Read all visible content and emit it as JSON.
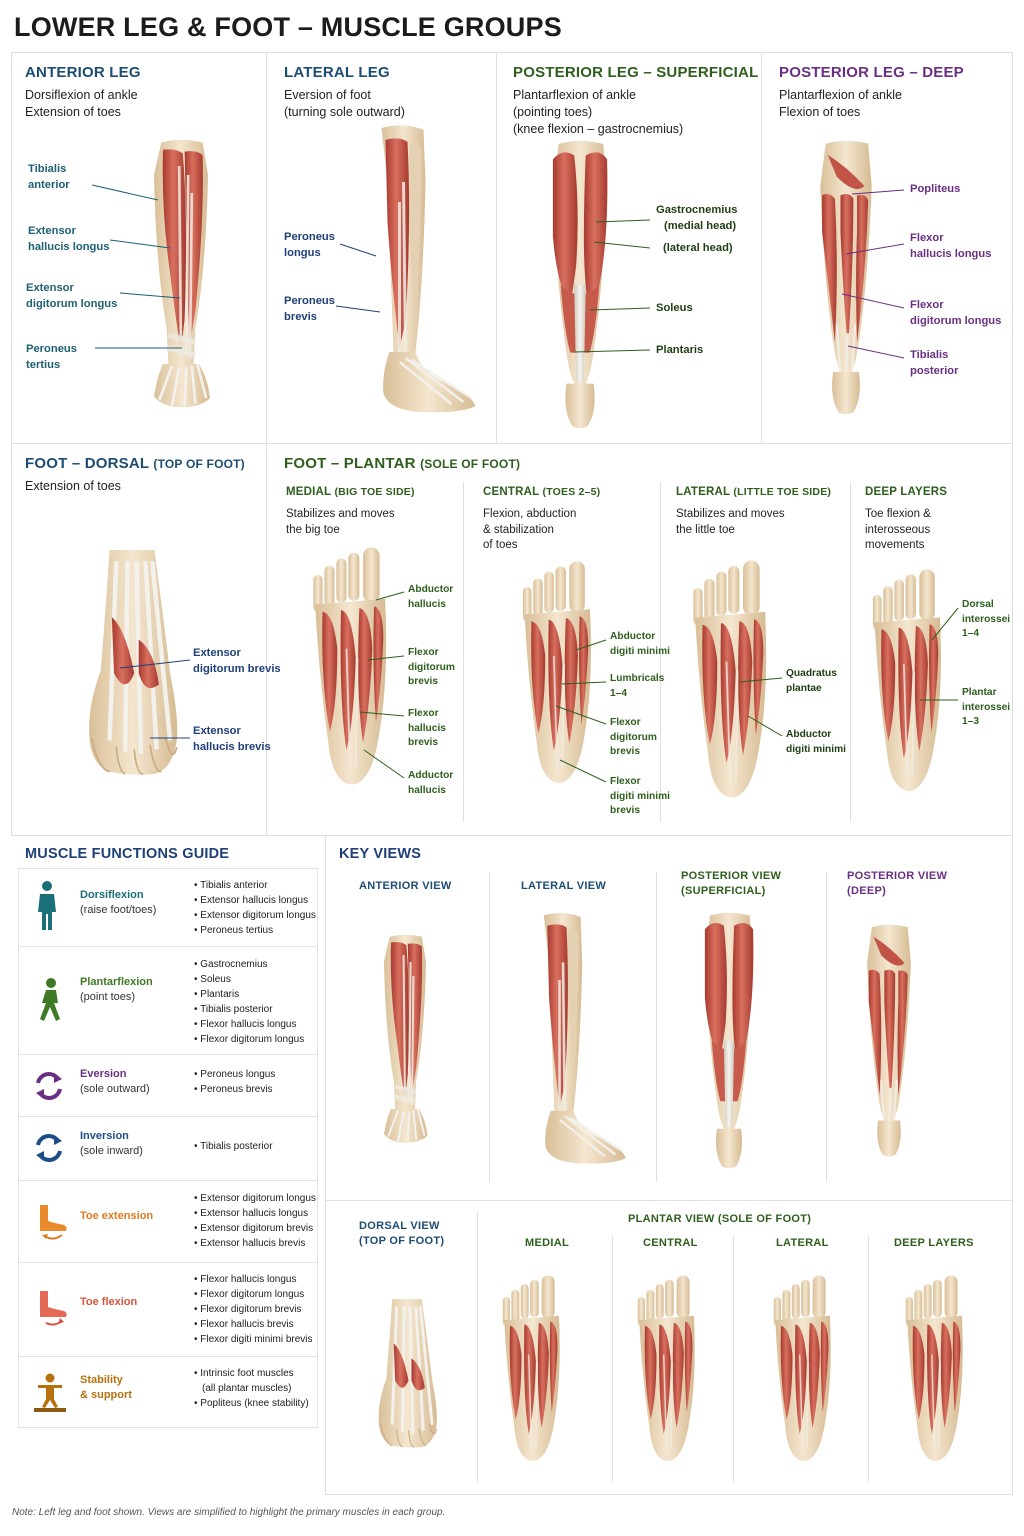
{
  "title": "LOWER LEG & FOOT – MUSCLE GROUPS",
  "colors": {
    "blue": "#1d4c73",
    "navy": "#1f3f79",
    "green": "#2e5e1c",
    "purple": "#6a2f82",
    "muscle": "#c9574a",
    "bone": "#ecd9bd",
    "tendon": "#e9e6df"
  },
  "top": {
    "anterior": {
      "heading": "ANTERIOR LEG",
      "line1": "Dorsiflexion of ankle",
      "line2": "Extension of toes",
      "labels": [
        "Tibialis",
        "anterior",
        "Extensor",
        "hallucis longus",
        "Extensor",
        "digitorum longus",
        "Peroneus",
        "tertius"
      ]
    },
    "lateral": {
      "heading": "LATERAL LEG",
      "line1": "Eversion of foot",
      "line2": "(turning sole outward)",
      "labels": [
        "Peroneus",
        "longus",
        "Peroneus",
        "brevis"
      ]
    },
    "post_sup": {
      "heading": "POSTERIOR LEG – SUPERFICIAL",
      "line1": "Plantarflexion of ankle",
      "line2": "(pointing toes)",
      "line3": "(knee flexion – gastrocnemius)",
      "labels": [
        "Gastrocnemius",
        "(medial head)",
        "(lateral head)",
        "Soleus",
        "Plantaris"
      ]
    },
    "post_deep": {
      "heading": "POSTERIOR LEG – DEEP",
      "line1": "Plantarflexion of ankle",
      "line2": "Flexion of toes",
      "labels": [
        "Popliteus",
        "Flexor",
        "hallucis longus",
        "Flexor",
        "digitorum longus",
        "Tibialis",
        "posterior"
      ]
    }
  },
  "middle": {
    "dorsal": {
      "heading": "FOOT – DORSAL",
      "heading_sm": "(TOP OF FOOT)",
      "line1": "Extension of toes",
      "labels": [
        "Extensor",
        "digitorum brevis",
        "Extensor",
        "hallucis brevis"
      ]
    },
    "plantar": {
      "heading": "FOOT – PLANTAR",
      "heading_sm": "(SOLE OF FOOT)"
    },
    "medial": {
      "heading": "MEDIAL",
      "heading_sm": "(BIG TOE SIDE)",
      "d1": "Stabilizes and moves",
      "d2": "the big toe",
      "labels": [
        "Abductor",
        "hallucis",
        "Flexor",
        "digitorum",
        "brevis",
        "Flexor",
        "hallucis",
        "brevis",
        "Adductor",
        "hallucis"
      ]
    },
    "central": {
      "heading": "CENTRAL",
      "heading_sm": "(TOES 2–5)",
      "d1": "Flexion, abduction",
      "d2": "& stabilization",
      "d3": "of toes",
      "labels": [
        "Abductor",
        "digiti minimi",
        "Lumbricals",
        "1–4",
        "Flexor",
        "digitorum",
        "brevis",
        "Flexor",
        "digiti minimi",
        "brevis"
      ]
    },
    "lateral": {
      "heading": "LATERAL",
      "heading_sm": "(LITTLE TOE SIDE)",
      "d1": "Stabilizes and moves",
      "d2": "the little toe",
      "labels": [
        "Quadratus",
        "plantae",
        "Abductor",
        "digiti minimi"
      ]
    },
    "deep": {
      "heading": "DEEP LAYERS",
      "d1": "Toe flexion &",
      "d2": "interosseous",
      "d3": "movements",
      "labels": [
        "Dorsal",
        "interossei",
        "1–4",
        "Plantar",
        "interossei",
        "1–3"
      ]
    }
  },
  "guide": {
    "heading": "MUSCLE FUNCTIONS GUIDE",
    "rows": [
      {
        "name": "Dorsiflexion",
        "sub": "(raise foot/toes)",
        "icon": "standing-person-icon",
        "color": "#1b6f78",
        "items": [
          "Tibialis anterior",
          "Extensor hallucis longus",
          "Extensor digitorum longus",
          "Peroneus tertius"
        ]
      },
      {
        "name": "Plantarflexion",
        "sub": "(point toes)",
        "icon": "walking-person-icon",
        "color": "#3d7a23",
        "items": [
          "Gastrocnemius",
          "Soleus",
          "Plantaris",
          "Tibialis posterior",
          "Flexor hallucis longus",
          "Flexor digitorum longus"
        ]
      },
      {
        "name": "Eversion",
        "sub": "(sole outward)",
        "icon": "rotate-arrows-icon",
        "color": "#6a2f82",
        "items": [
          "Peroneus longus",
          "Peroneus brevis"
        ]
      },
      {
        "name": "Inversion",
        "sub": "(sole inward)",
        "icon": "rotate-arrows-icon",
        "color": "#1d4c8a",
        "items": [
          "Tibialis posterior"
        ]
      },
      {
        "name": "Toe extension",
        "sub": "",
        "icon": "foot-up-icon",
        "color": "#e07a1f",
        "items": [
          "Extensor digitorum longus",
          "Extensor hallucis longus",
          "Extensor digitorum brevis",
          "Extensor hallucis brevis"
        ]
      },
      {
        "name": "Toe flexion",
        "sub": "",
        "icon": "foot-down-icon",
        "color": "#d9533f",
        "items": [
          "Flexor hallucis longus",
          "Flexor digitorum longus",
          "Flexor digitorum brevis",
          "Flexor hallucis brevis",
          "Flexor digiti minimi brevis"
        ]
      },
      {
        "name": "Stability",
        "sub": "& support",
        "icon": "balance-person-icon",
        "color": "#b5720f",
        "items": [
          "Intrinsic foot muscles",
          "(all plantar muscles)",
          "Popliteus (knee stability)"
        ]
      }
    ]
  },
  "key_views": {
    "heading": "KEY VIEWS",
    "views": [
      "ANTERIOR VIEW",
      "LATERAL VIEW",
      "POSTERIOR VIEW",
      "(SUPERFICIAL)",
      "POSTERIOR VIEW",
      "(DEEP)"
    ],
    "dorsal": [
      "DORSAL VIEW",
      "(TOP OF FOOT)"
    ],
    "plantar_heading": "PLANTAR VIEW (SOLE OF FOOT)",
    "plantar": [
      "MEDIAL",
      "CENTRAL",
      "LATERAL",
      "DEEP LAYERS"
    ]
  },
  "note": "Note: Left leg and foot shown. Views are simplified to highlight the primary muscles in each group."
}
